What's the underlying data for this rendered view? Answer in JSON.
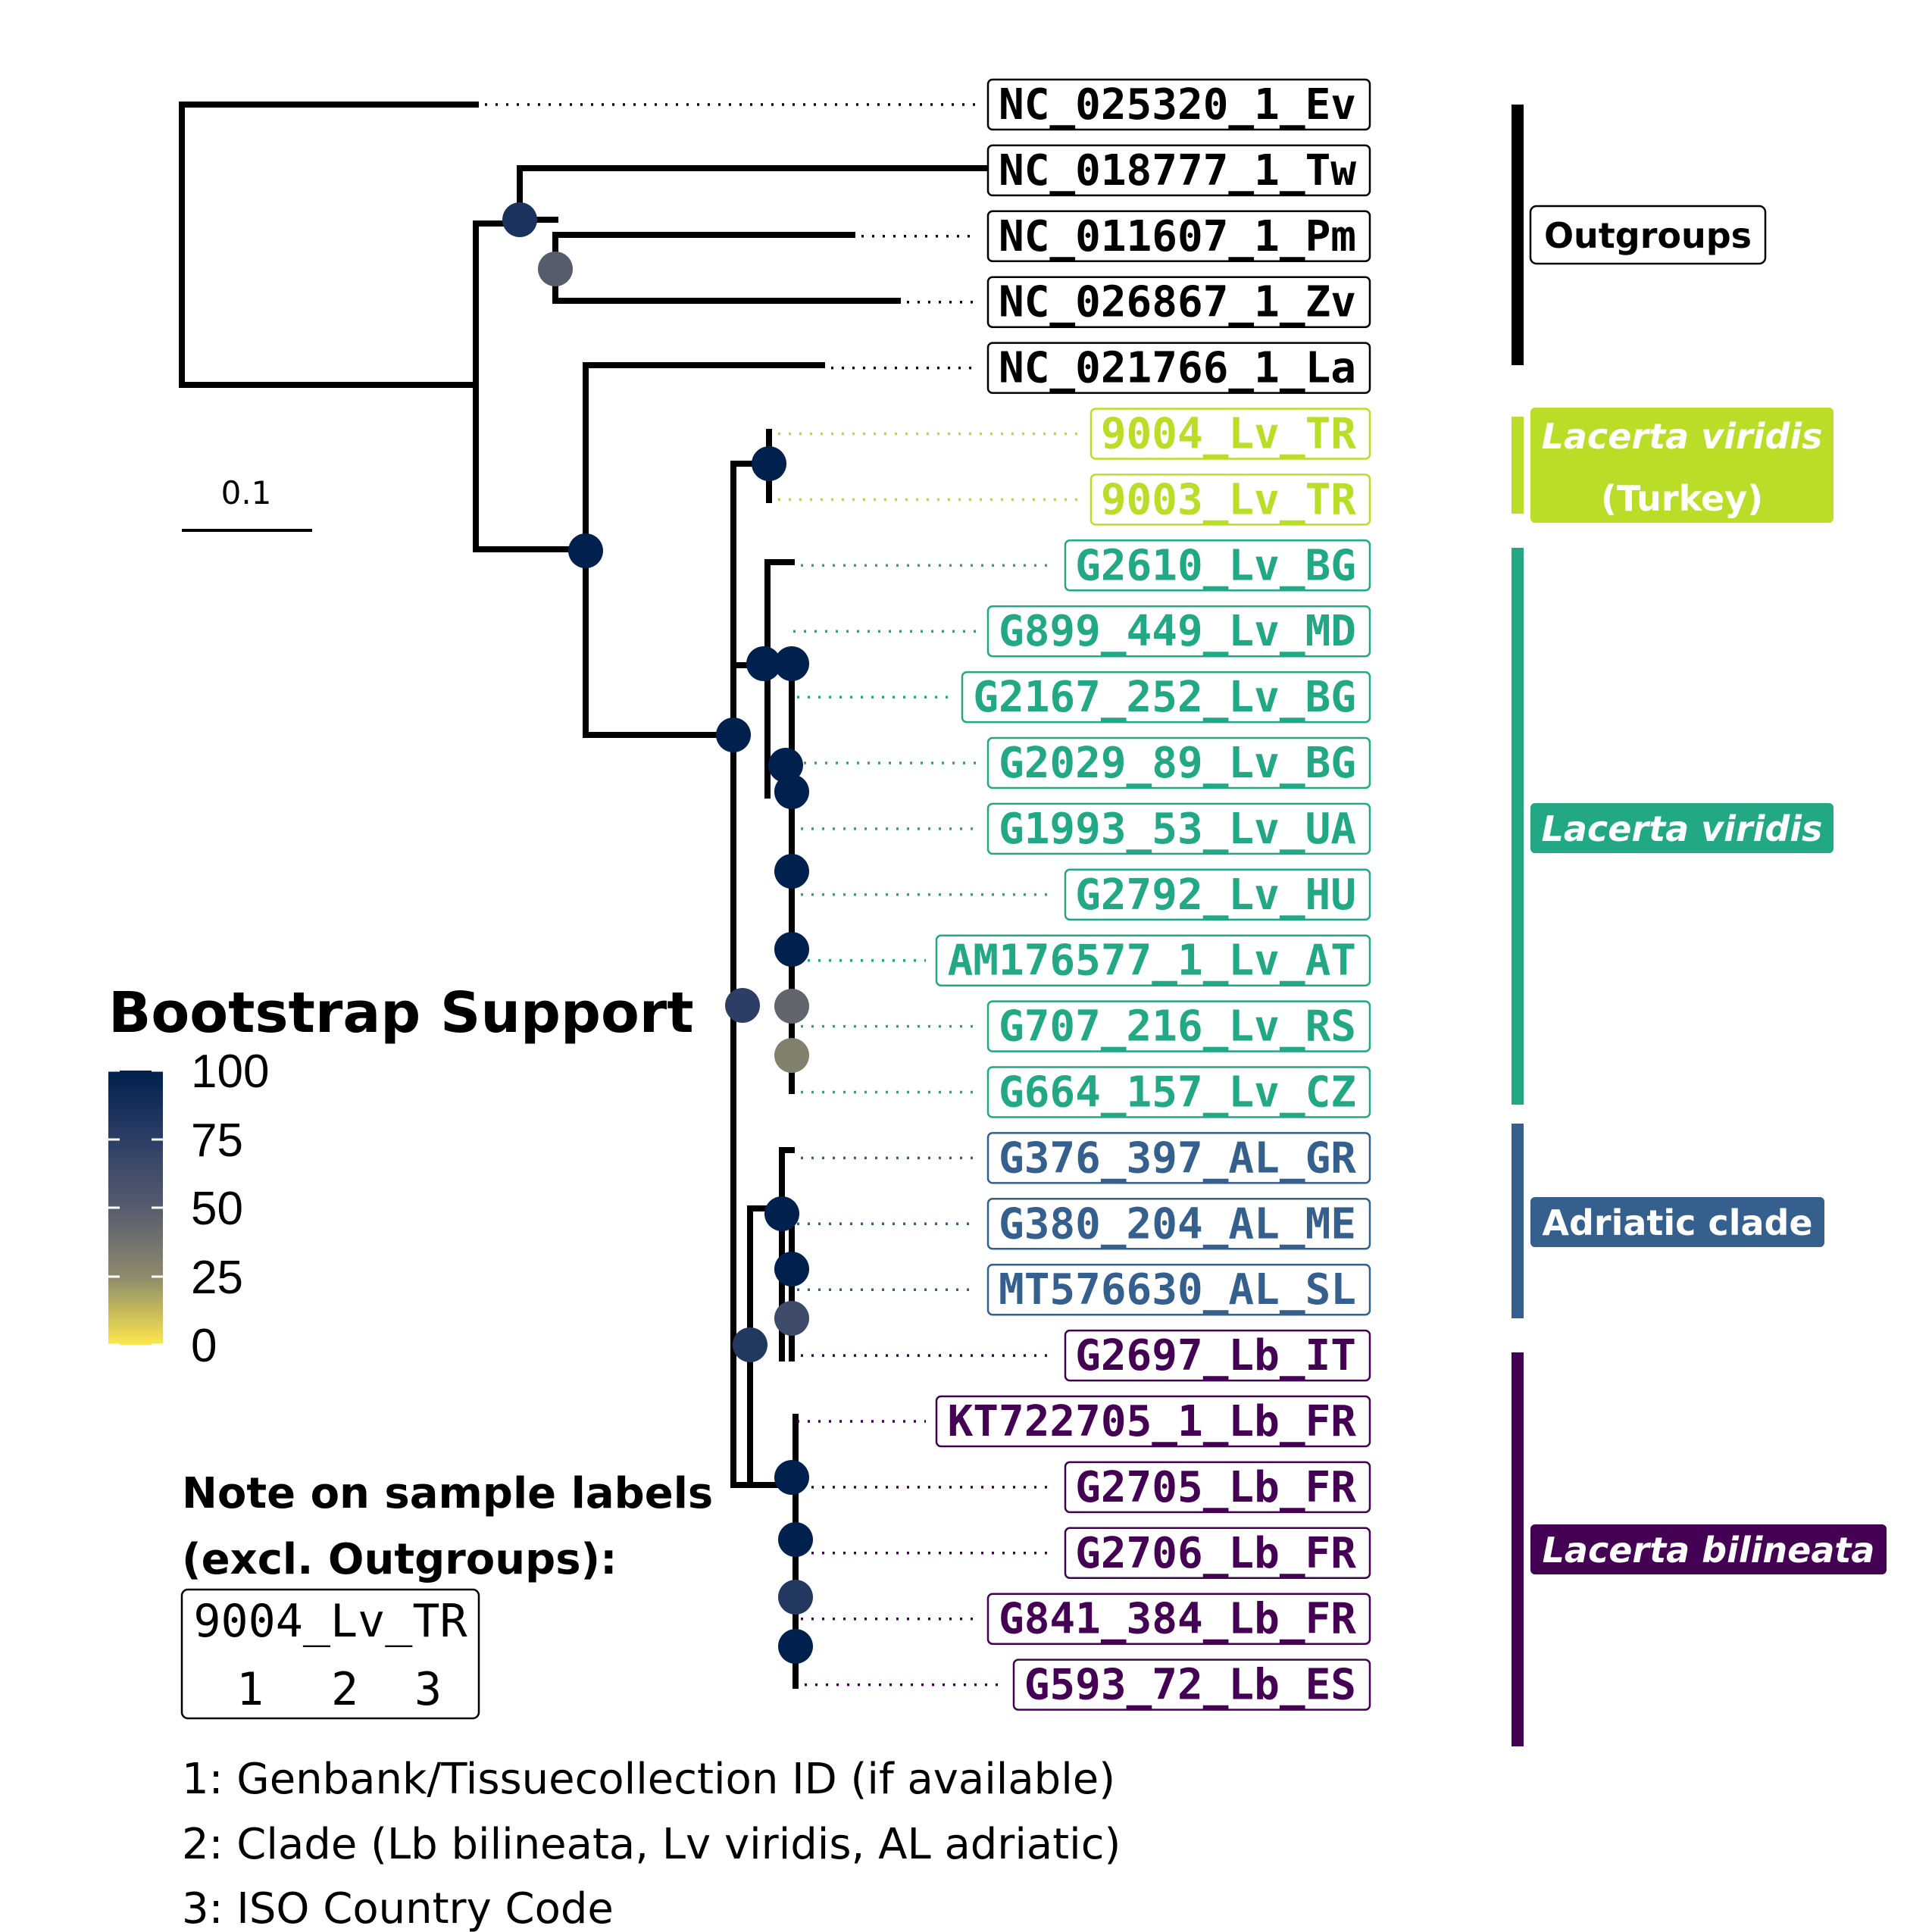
{
  "scale_bar": {
    "label": "0.1"
  },
  "tips": [
    {
      "label": "NC_025320_1_Ev",
      "color": "#000000"
    },
    {
      "label": "NC_018777_1_Tw",
      "color": "#000000"
    },
    {
      "label": "NC_011607_1_Pm",
      "color": "#000000"
    },
    {
      "label": "NC_026867_1_Zv",
      "color": "#000000"
    },
    {
      "label": "NC_021766_1_La",
      "color": "#000000"
    },
    {
      "label": "9004_Lv_TR",
      "color": "#BADE28"
    },
    {
      "label": "9003_Lv_TR",
      "color": "#BADE28"
    },
    {
      "label": "G2610_Lv_BG",
      "color": "#22A884"
    },
    {
      "label": "G899_449_Lv_MD",
      "color": "#22A884"
    },
    {
      "label": "G2167_252_Lv_BG",
      "color": "#22A884"
    },
    {
      "label": "G2029_89_Lv_BG",
      "color": "#22A884"
    },
    {
      "label": "G1993_53_Lv_UA",
      "color": "#22A884"
    },
    {
      "label": "G2792_Lv_HU",
      "color": "#22A884"
    },
    {
      "label": "AM176577_1_Lv_AT",
      "color": "#22A884"
    },
    {
      "label": "G707_216_Lv_RS",
      "color": "#22A884"
    },
    {
      "label": "G664_157_Lv_CZ",
      "color": "#22A884"
    },
    {
      "label": "G376_397_AL_GR",
      "color": "#355F8D"
    },
    {
      "label": "G380_204_AL_ME",
      "color": "#355F8D"
    },
    {
      "label": "MT576630_AL_SL",
      "color": "#355F8D"
    },
    {
      "label": "G2697_Lb_IT",
      "color": "#440154"
    },
    {
      "label": "KT722705_1_Lb_FR",
      "color": "#440154"
    },
    {
      "label": "G2705_Lb_FR",
      "color": "#440154"
    },
    {
      "label": "G2706_Lb_FR",
      "color": "#440154"
    },
    {
      "label": "G841_384_Lb_FR",
      "color": "#440154"
    },
    {
      "label": "G593_72_Lb_ES",
      "color": "#440154"
    }
  ],
  "clades": [
    {
      "label": "Outgroups",
      "line2": "",
      "color": "#000000",
      "text_color": "#000000",
      "italic": false,
      "boxed": false
    },
    {
      "label": "Lacerta viridis",
      "line2": "(Turkey)",
      "color": "#BADE28",
      "text_color": "#ffffff",
      "italic": true,
      "boxed": true
    },
    {
      "label": "Lacerta viridis",
      "line2": "",
      "color": "#22A884",
      "text_color": "#ffffff",
      "italic": true,
      "boxed": true
    },
    {
      "label": "Adriatic clade",
      "line2": "",
      "color": "#355F8D",
      "text_color": "#ffffff",
      "italic": false,
      "boxed": true
    },
    {
      "label": "Lacerta bilineata",
      "line2": "",
      "color": "#440154",
      "text_color": "#ffffff",
      "italic": true,
      "boxed": true
    }
  ],
  "bootstrap_nodes": [
    {
      "value": 85
    },
    {
      "value": 50
    },
    {
      "value": 100
    },
    {
      "value": 100
    },
    {
      "value": 100
    },
    {
      "value": 100
    },
    {
      "value": 100
    },
    {
      "value": 100
    },
    {
      "value": 100
    },
    {
      "value": 100
    },
    {
      "value": 100
    },
    {
      "value": 45
    },
    {
      "value": 30
    },
    {
      "value": 75
    },
    {
      "value": 100
    },
    {
      "value": 100
    },
    {
      "value": 65
    },
    {
      "value": 80
    },
    {
      "value": 100
    },
    {
      "value": 100
    },
    {
      "value": 80
    },
    {
      "value": 100
    }
  ],
  "legend": {
    "title": "Bootstrap Support",
    "ticks": [
      "100",
      "75",
      "50",
      "25",
      "0"
    ],
    "gradient": [
      "#FDE74C",
      "#8D8A6D",
      "#575C6D",
      "#2C3E66",
      "#00204D"
    ]
  },
  "note": {
    "title_line1": "Note on sample labels",
    "title_line2": "(excl. Outgroups):",
    "example": "9004_Lv_TR",
    "example_numbers": [
      "1",
      "2",
      "3"
    ],
    "items": [
      "1: Genbank/Tissuecollection ID (if available)",
      "2: Clade (Lb bilineata, Lv viridis, AL adriatic)",
      "3: ISO Country Code"
    ]
  }
}
